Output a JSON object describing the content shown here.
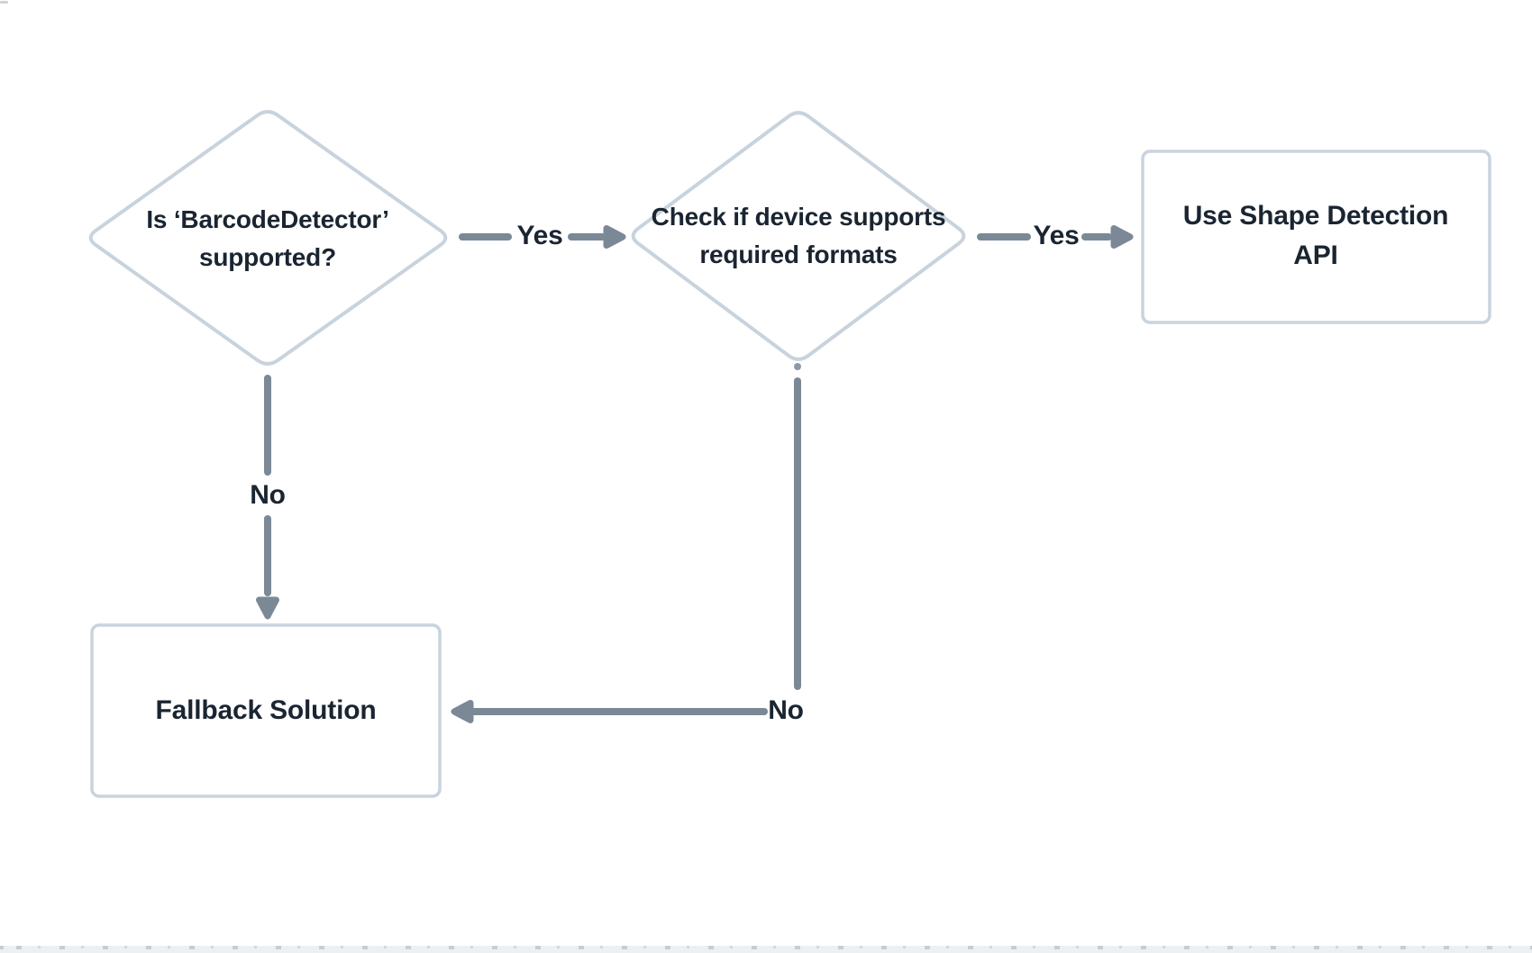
{
  "diagram": {
    "nodes": [
      {
        "id": "decision-barcode-supported",
        "type": "decision",
        "label_lines": [
          "Is ‘BarcodeDetector’",
          "supported?"
        ]
      },
      {
        "id": "decision-device-formats",
        "type": "decision",
        "label_lines": [
          "Check if device supports",
          "required formats"
        ]
      },
      {
        "id": "process-use-shape-detection",
        "type": "process",
        "label_lines": [
          "Use Shape Detection",
          "API"
        ]
      },
      {
        "id": "process-fallback-solution",
        "type": "process",
        "label_lines": [
          "Fallback Solution"
        ]
      }
    ],
    "edges": [
      {
        "from": "decision-barcode-supported",
        "to": "decision-device-formats",
        "label": "Yes"
      },
      {
        "from": "decision-device-formats",
        "to": "process-use-shape-detection",
        "label": "Yes"
      },
      {
        "from": "decision-barcode-supported",
        "to": "process-fallback-solution",
        "label": "No"
      },
      {
        "from": "decision-device-formats",
        "to": "process-fallback-solution",
        "label": "No"
      }
    ]
  },
  "palette": {
    "edge": "#7b8896",
    "shape_border": "#c9d3dd",
    "shape_fill": "#ffffff",
    "text": "#1a2531",
    "connector_dot": "#8d99a6",
    "ruler_bg": "#edf0f3",
    "ruler_tick": "#c7cdd5"
  }
}
